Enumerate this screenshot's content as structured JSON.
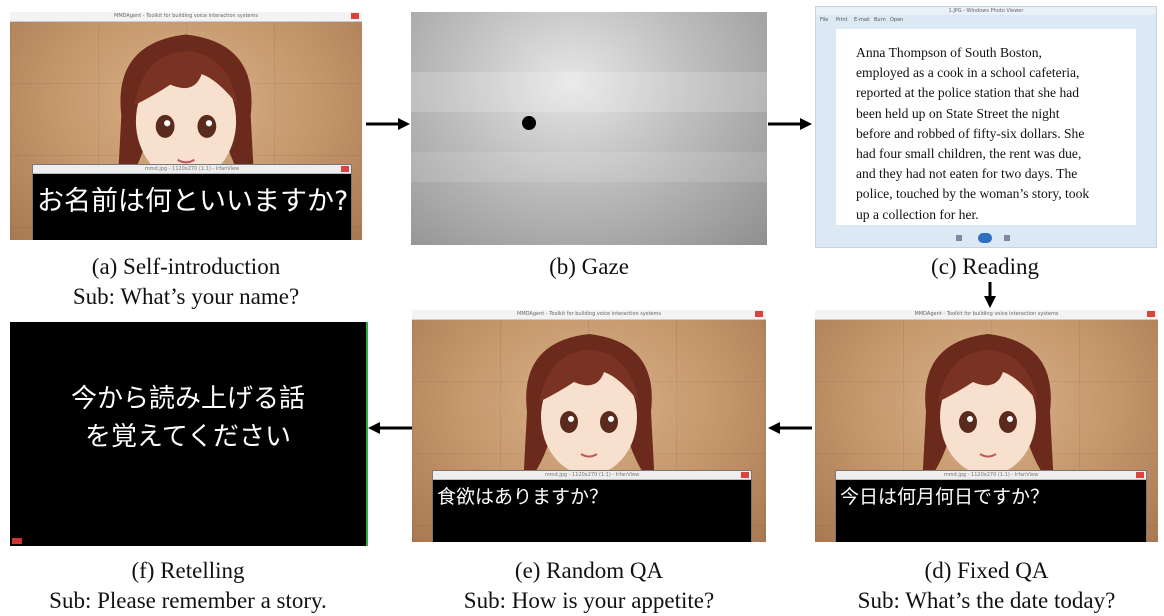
{
  "panels": {
    "a": {
      "caption": "(a) Self-introduction",
      "sub": "Sub: What’s your name?",
      "window_title": "MMDAgent - Toolkit for building voice interaction systems",
      "subtitle_window_title": "mmd.jpg - 1120x270 (1:1) - IrfanView",
      "subtitle_text": "お名前は何といいますか?"
    },
    "b": {
      "caption": "(b) Gaze"
    },
    "c": {
      "caption": "(c) Reading",
      "window_title": "1.JPG - Windows Photo Viewer",
      "menu_items": [
        "File",
        "Print",
        "E-mail",
        "Burn",
        "Open"
      ],
      "story_lines": [
        "Anna Thompson of South Boston,",
        "employed as a cook in a school cafeteria,",
        "reported at the police station that she had",
        "been held up on State Street the night",
        "before and robbed of fifty-six dollars. She",
        "had four small children, the rent was due,",
        "and they had not eaten for two days. The",
        "police, touched by the woman’s story, took",
        "up a collection for her."
      ]
    },
    "d": {
      "caption": "(d) Fixed QA",
      "sub": "Sub: What’s the date today?",
      "window_title": "MMDAgent - Toolkit for building voice interaction systems",
      "subtitle_window_title": "mmd.jpg - 1120x270 (1:1) - IrfanView",
      "subtitle_text": "今日は何月何日ですか？"
    },
    "e": {
      "caption": "(e) Random QA",
      "sub": "Sub: How is your appetite?",
      "window_title": "MMDAgent - Toolkit for building voice interaction systems",
      "subtitle_window_title": "mmd.jpg - 1120x270 (1:1) - IrfanView",
      "subtitle_text": "食欲はありますか？"
    },
    "f": {
      "caption": "(f) Retelling",
      "sub": "Sub: Please remember a story.",
      "screen_line1": "今から読み上げる話",
      "screen_line2": "を覚えてください"
    }
  },
  "colors": {
    "wall": "#c4956a",
    "hair": "#6b2a1c",
    "uniform": "#e24a78",
    "bow": "#f4a7b9",
    "subtitle_bg": "#000000",
    "retelling_bg": "#000000",
    "photo_viewer_bg": "#dde8f5"
  }
}
